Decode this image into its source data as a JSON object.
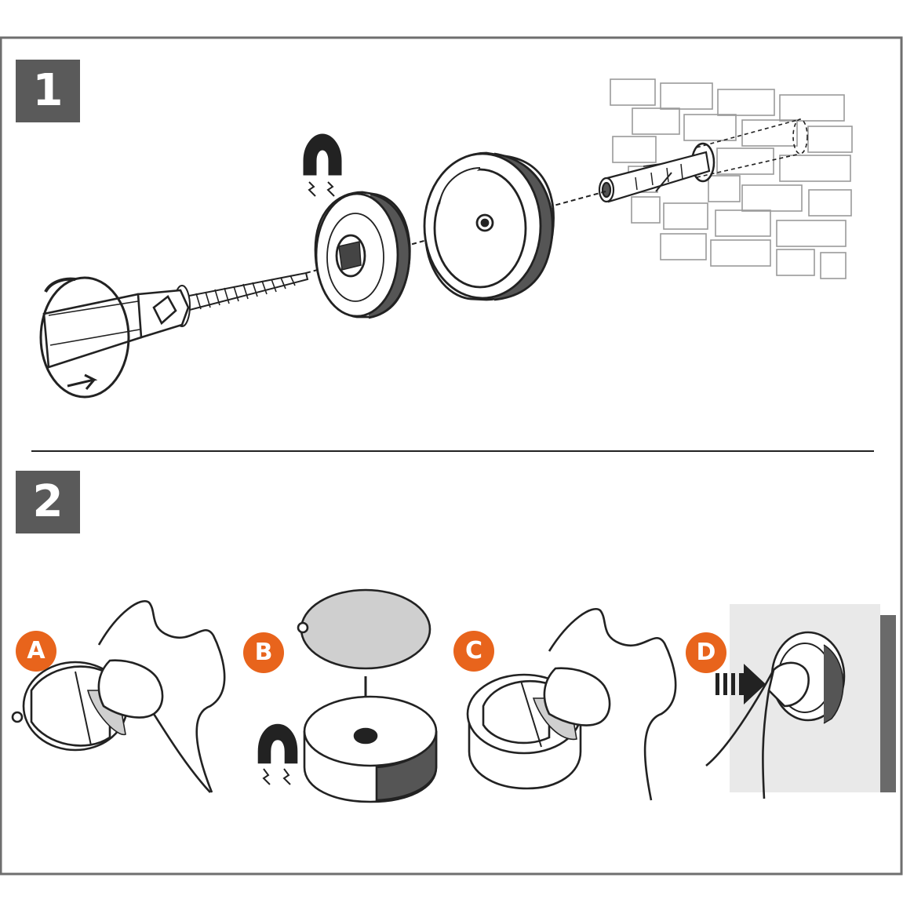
{
  "steps": [
    {
      "number": "1"
    },
    {
      "number": "2"
    }
  ],
  "substeps": [
    {
      "letter": "A"
    },
    {
      "letter": "B"
    },
    {
      "letter": "C"
    },
    {
      "letter": "D"
    }
  ],
  "colors": {
    "frame": "#6e6e6e",
    "badge_background": "#5a5a5a",
    "substep_accent": "#e8641c",
    "line_art": "#222222",
    "wall": "#e9e9e9",
    "wall_edge": "#6a6a6a"
  },
  "icons": [
    "magnet-icon",
    "screwdriver-icon",
    "screw-icon",
    "wall-plug-icon",
    "brick-wall-icon",
    "arrow-down-icon",
    "push-arrow-icon"
  ]
}
